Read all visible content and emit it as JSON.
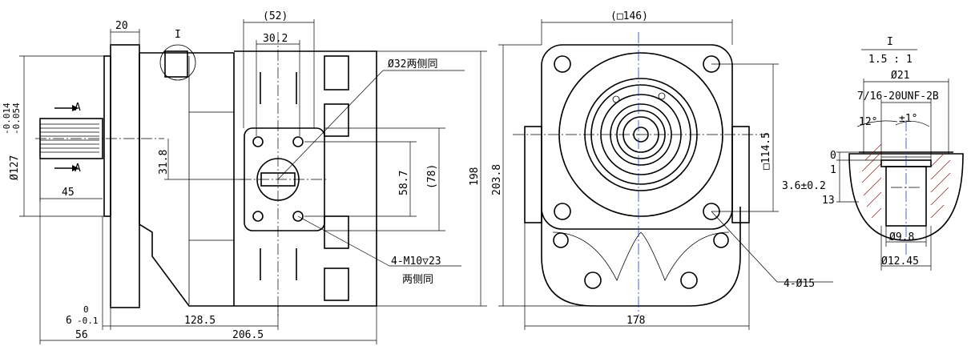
{
  "drawing": {
    "side_view": {
      "dim_20": "20",
      "dim_52": "(52)",
      "dim_30_2": "30.2",
      "port_note": "Ø32两侧同",
      "dim_31_8": "31.8",
      "dim_58_7": "58.7",
      "dim_78": "(78)",
      "dim_198": "198",
      "dim_shaft_dia": "Ø127",
      "shaft_tol_upper": "-0.014",
      "shaft_tol_lower": "-0.054",
      "dim_45": "45",
      "dim_6": "6",
      "dim_6_tol_upper": "0",
      "dim_6_tol_lower": "-0.1",
      "dim_56": "56",
      "dim_128_5": "128.5",
      "dim_206_5": "206.5",
      "thread_note": "4-M10▽23",
      "thread_note_2": "两侧同",
      "section_label_a": "A",
      "detail_marker": "I"
    },
    "front_view": {
      "dim_146": "(□146)",
      "dim_114_5": "□114.5",
      "dim_203_8": "203.8",
      "dim_178": "178",
      "hole_note": "4-Ø15"
    },
    "detail_view": {
      "label": "I",
      "scale": "1.5 : 1",
      "dim_21": "Ø21",
      "thread": "7/16-20UNF-2B",
      "angle_12": "12°",
      "angle_tol": "±1°",
      "dim_0": "0",
      "dim_1": "1",
      "dim_3_6": "3.6±0.2",
      "dim_13": "13",
      "dim_9_8": "Ø9.8",
      "dim_12_45": "Ø12.45"
    }
  }
}
